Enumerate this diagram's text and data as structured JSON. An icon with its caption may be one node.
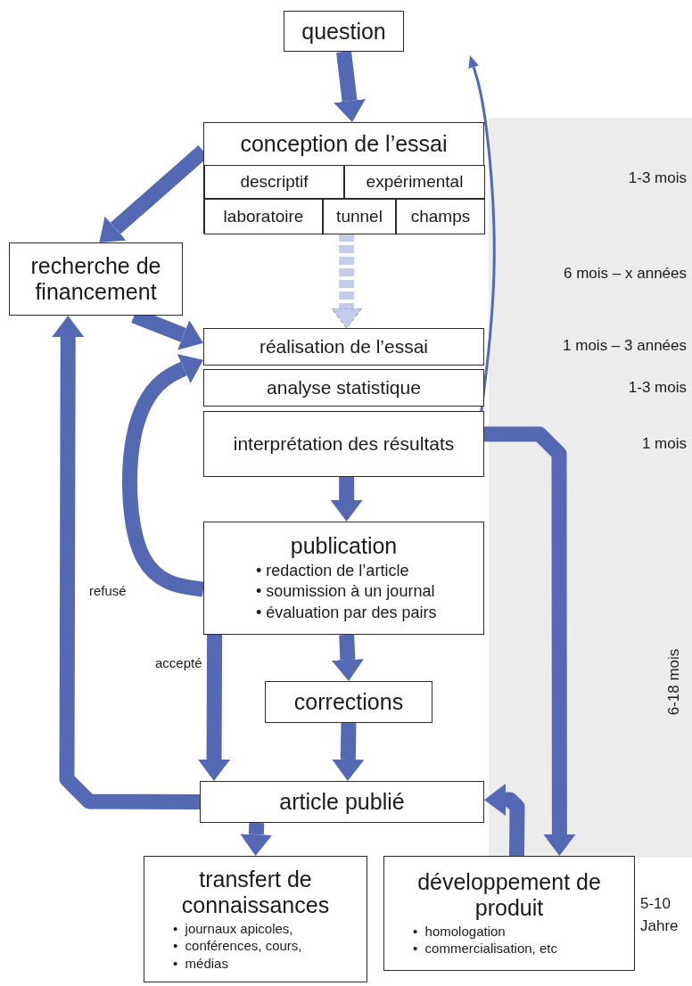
{
  "diagram": {
    "nodes": [
      {
        "text": [
          "question"
        ]
      },
      {
        "text": [
          "conception de l’essai"
        ]
      },
      {
        "text": [
          "descriptif"
        ],
        "in": 1
      },
      {
        "text": [
          "expérimental"
        ],
        "in": 1
      },
      {
        "text": [
          "laboratoire"
        ],
        "in": 1
      },
      {
        "text": [
          "tunnel"
        ],
        "in": 1
      },
      {
        "text": [
          "champs"
        ],
        "in": 1
      },
      {
        "text": [
          "recherche de financement"
        ]
      },
      {
        "text": [
          "réalisation de l’essai"
        ]
      },
      {
        "text": [
          "analyse statistique"
        ]
      },
      {
        "text": [
          "interprétation des résultats"
        ]
      },
      {
        "text": [
          "publication",
          "• redaction de l’article",
          "• soumission à un journal",
          "• évaluation par des pairs"
        ]
      },
      {
        "text": [
          "corrections"
        ]
      },
      {
        "text": [
          "article publié"
        ]
      },
      {
        "text": [
          "transfert de connaissances",
          "•  journaux apicoles,",
          "•  conférences, cours,",
          "•  médias"
        ]
      },
      {
        "text": [
          "développement de produit",
          "•  homologation",
          "•  commercialisation, etc"
        ],
        "beside": [
          "5-10 Jahre"
        ]
      }
    ],
    "edges": [
      {
        "from": 0,
        "to": 1,
        "arrow": "to"
      },
      {
        "from": 1,
        "to": 7,
        "arrow": "to"
      },
      {
        "from": 1,
        "to": 8,
        "arrow": "to",
        "style": "dashed",
        "color": "#c3cdea"
      },
      {
        "from": 7,
        "to": 8,
        "arrow": "to"
      },
      {
        "from": 11,
        "to": 8,
        "arrow": "to",
        "label": "refusé"
      },
      {
        "from": 10,
        "to": null,
        "arrow": "to"
      },
      {
        "from": 10,
        "to": 11,
        "arrow": "to"
      },
      {
        "from": 11,
        "to": 12,
        "arrow": "to"
      },
      {
        "from": 12,
        "to": 13,
        "arrow": "to"
      },
      {
        "from": 11,
        "to": 13,
        "arrow": "to",
        "label": "accepté"
      },
      {
        "from": 13,
        "to": 7,
        "arrow": "to"
      },
      {
        "from": 13,
        "to": 14,
        "arrow": "to"
      },
      {
        "from": 10,
        "to": 15,
        "arrow": "to"
      },
      {
        "from": 15,
        "to": 13,
        "arrow": "to"
      }
    ],
    "labels": [
      "1-3 mois",
      "6 mois – x années",
      "1 mois – 3 années",
      "1-3 mois",
      "1 mois",
      "6-18 mois"
    ]
  }
}
